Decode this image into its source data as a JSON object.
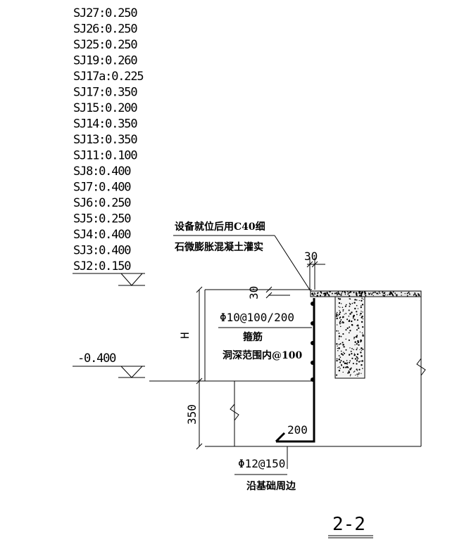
{
  "section_levels": [
    "SJ27:0.250",
    "SJ26:0.250",
    "SJ25:0.250",
    "SJ19:0.260",
    "SJ17a:0.225",
    "SJ17:0.350",
    "SJ15:0.200",
    "SJ14:0.350",
    "SJ13:0.350",
    "SJ11:0.100",
    "SJ8:0.400",
    "SJ7:0.400",
    "SJ6:0.250",
    "SJ5:0.250",
    "SJ4:0.400",
    "SJ3:0.400",
    "SJ2:0.150"
  ],
  "note_grout": [
    "设备就位后用C40细",
    "石微膨胀混凝土灌实"
  ],
  "dim_30_top": "30",
  "dim_30_gap": "30",
  "dim_H": "H",
  "stirrup_note": [
    "Φ10@100/200",
    "箍筋",
    "洞深范围内@100"
  ],
  "elevation_label": "-0.400",
  "dim_350": "350",
  "dim_200": "200",
  "rebar_note": [
    "Φ12@150",
    "沿基础周边"
  ],
  "section_title": "2-2"
}
